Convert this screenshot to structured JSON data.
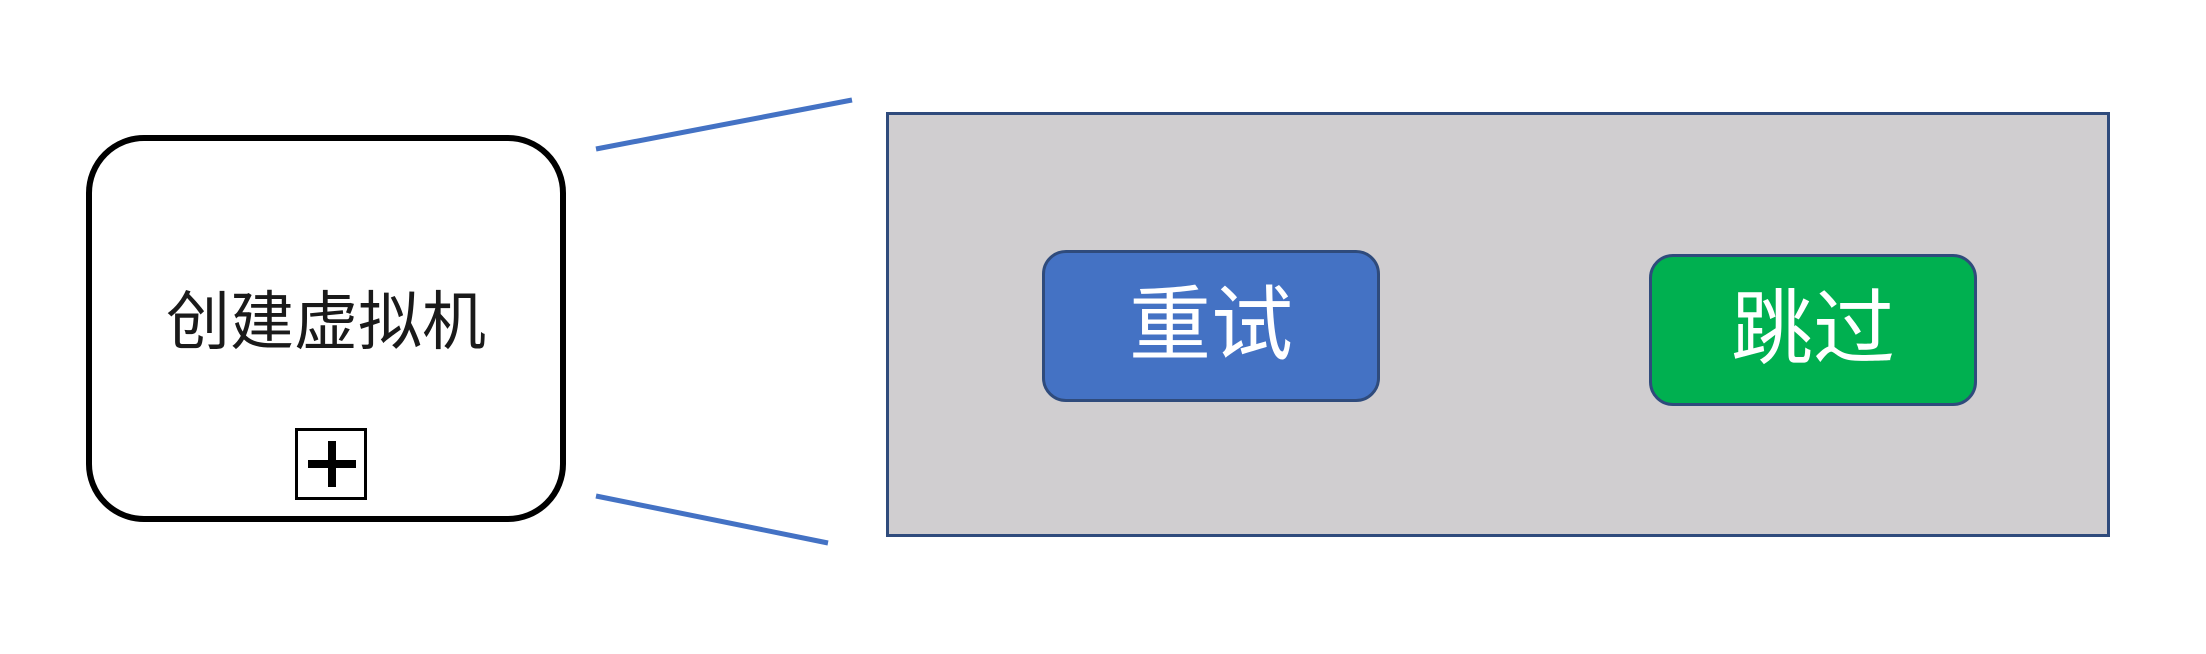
{
  "task": {
    "label": "创建虚拟机",
    "marker_icon": "plus-in-square-icon"
  },
  "panel": {
    "retry_label": "重试",
    "skip_label": "跳过"
  },
  "colors": {
    "connector": "#4472c4",
    "panel_fill": "#d0ced0",
    "panel_border": "#2f4b7c",
    "retry_button": "#4472c4",
    "skip_button": "#00b050"
  }
}
